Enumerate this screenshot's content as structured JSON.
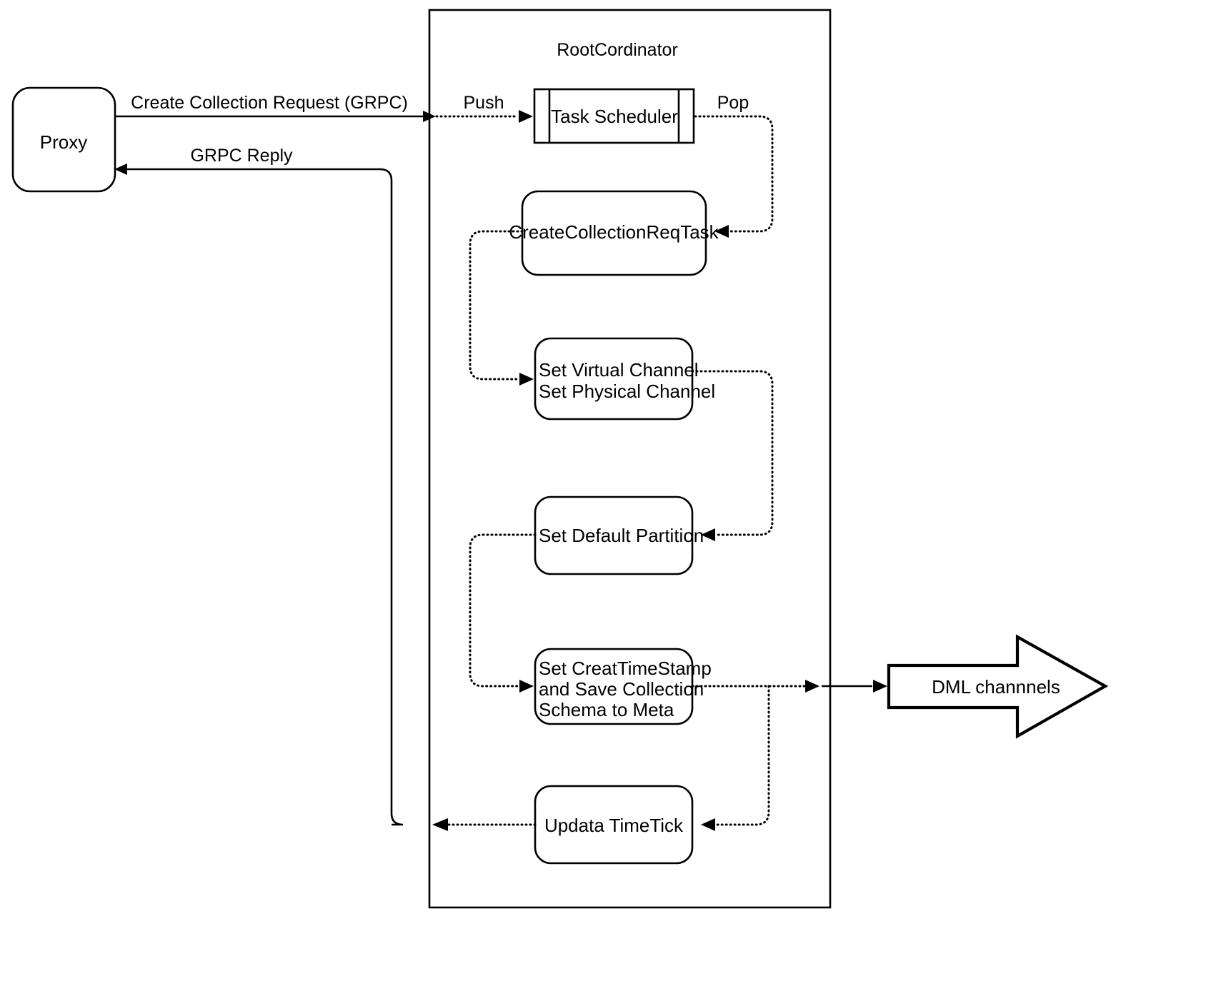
{
  "diagram": {
    "title_visible": "RootCordinator",
    "background": "#ffffff",
    "line_color": "#000000",
    "nodes": {
      "proxy": {
        "label": "Proxy",
        "shape": "rounded-rect"
      },
      "root_coordinator": {
        "label": "RootCordinator",
        "shape": "rect-container"
      },
      "task_scheduler": {
        "label": "Task Scheduler",
        "shape": "queue"
      },
      "create_collection_req_task": {
        "label": "CreateCollectionReqTask",
        "shape": "rounded-rect"
      },
      "set_channel": {
        "line1": "Set Virtual Channel",
        "line2": "Set Physical Channel",
        "shape": "rounded-rect"
      },
      "set_default_partition": {
        "label": "Set Default Partition",
        "shape": "rounded-rect"
      },
      "set_create_timestamp": {
        "line1": "Set CreatTimeStamp",
        "line2": "and Save Collection",
        "line3": "Schema to Meta",
        "shape": "rounded-rect"
      },
      "update_timetick": {
        "label": "Updata TimeTick",
        "shape": "rounded-rect"
      },
      "dml_channels": {
        "label": "DML channnels",
        "shape": "block-arrow-right"
      }
    },
    "edges": {
      "create_collection_request": {
        "label": "Create Collection Request (GRPC)",
        "style": "solid",
        "from": "proxy",
        "to": "root_coordinator"
      },
      "grpc_reply": {
        "label": "GRPC Reply",
        "style": "solid",
        "from": "root_coordinator",
        "to": "proxy"
      },
      "push": {
        "label": "Push",
        "style": "dotted",
        "from": "root_coordinator_boundary",
        "to": "task_scheduler"
      },
      "pop": {
        "label": "Pop",
        "style": "dotted",
        "from": "task_scheduler",
        "to": "create_collection_req_task"
      },
      "task_to_channel": {
        "label": "",
        "style": "dotted",
        "from": "create_collection_req_task",
        "to": "set_channel"
      },
      "channel_to_partition": {
        "label": "",
        "style": "dotted",
        "from": "set_channel",
        "to": "set_default_partition"
      },
      "partition_to_timestamp": {
        "label": "",
        "style": "dotted",
        "from": "set_default_partition",
        "to": "set_create_timestamp"
      },
      "timestamp_to_dml": {
        "label": "",
        "style": "dotted-then-solid",
        "from": "set_create_timestamp",
        "to": "dml_channels"
      },
      "timestamp_to_timetick": {
        "label": "",
        "style": "dotted",
        "from": "set_create_timestamp",
        "to": "update_timetick"
      },
      "timetick_to_reply": {
        "label": "",
        "style": "dotted",
        "from": "update_timetick",
        "to": "grpc_reply"
      }
    }
  }
}
